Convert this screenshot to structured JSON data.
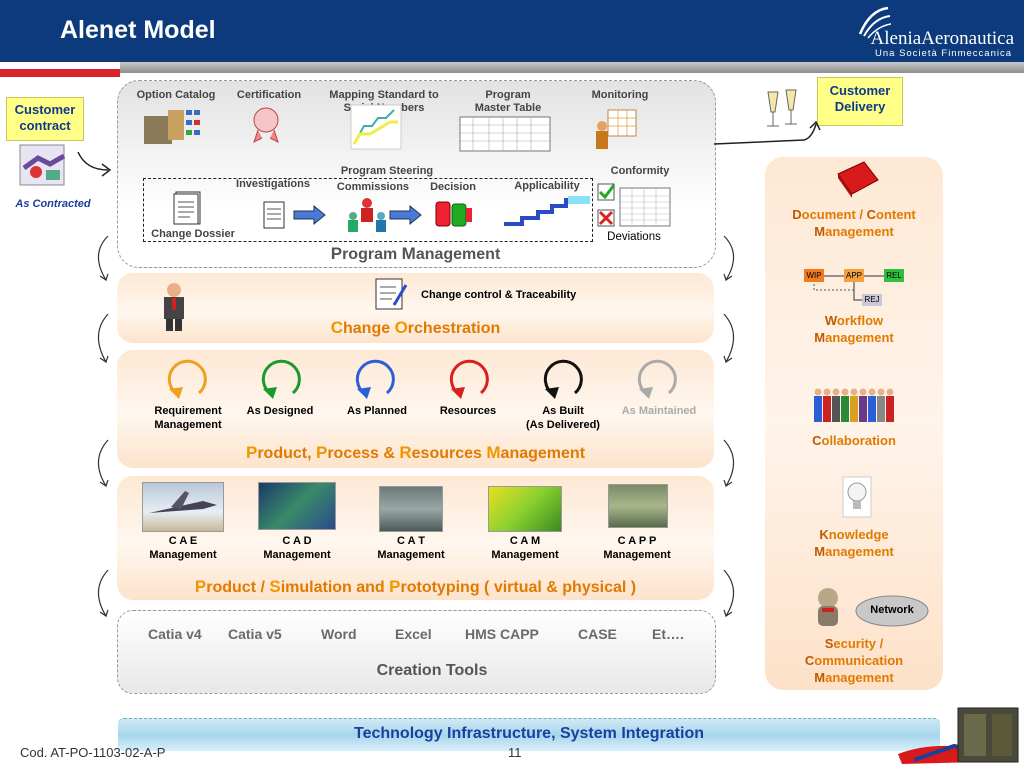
{
  "header": {
    "title": "Alenet Model",
    "logo": "AleniaAeronautica",
    "logo_sub": "Una Società Finmeccanica"
  },
  "left": {
    "customer_contract": "Customer\ncontract",
    "as_contracted": "As Contracted"
  },
  "customer_delivery": "Customer\nDelivery",
  "program_management": {
    "items": [
      "Option Catalog",
      "Certification",
      "Mapping Standard to\nSerial Numbers",
      "Program\nMaster Table",
      "Monitoring"
    ],
    "program_steering": "Program Steering",
    "investigations": "Investigations",
    "commissions": "Commissions",
    "decision": "Decision",
    "applicability": "Applicability",
    "change_dossier": "Change Dossier",
    "conformity": "Conformity",
    "deviations": "Deviations",
    "title_first": "P",
    "title_rest1": "rogram ",
    "title_m": "M",
    "title_rest2": "anagement"
  },
  "change_orchestration": {
    "note": "Change control & Traceability",
    "t1": "C",
    "t2": "hange ",
    "t3": "O",
    "t4": "rchestration"
  },
  "pprm": {
    "items": [
      "Requirement\nManagement",
      "As Designed",
      "As Planned",
      "Resources",
      "As Built\n(As Delivered)",
      "As Maintained"
    ],
    "colors": [
      "#f0a020",
      "#1a9a2a",
      "#2a5fd8",
      "#d82020",
      "#111111",
      "#aaaaaa"
    ],
    "t1": "P",
    "t2": "roduct, ",
    "t3": "P",
    "t4": "rocess & ",
    "t5": "R",
    "t6": "esources ",
    "t7": "M",
    "t8": "anagement"
  },
  "simulation": {
    "items": [
      "C A E\nManagement",
      "C A D\nManagement",
      "C A T\nManagement",
      "C A M\nManagement",
      "C A P P\nManagement"
    ],
    "t1": "P",
    "t2": "roduct / ",
    "t3": "S",
    "t4": "imulation and ",
    "t5": "P",
    "t6": "rototyping ( virtual & physical )"
  },
  "creation_tools": {
    "tools": [
      "Catia v4",
      "Catia v5",
      "Word",
      "Excel",
      "HMS CAPP",
      "CASE",
      "Et…."
    ],
    "title": "Creation Tools"
  },
  "right": {
    "dcm": [
      "D",
      "ocument / ",
      "C",
      "ontent",
      "M",
      "anagement"
    ],
    "workflow_boxes": [
      "WIP",
      "APP",
      "REL",
      "REJ"
    ],
    "wfm": [
      "W",
      "orkflow",
      "M",
      "anagement"
    ],
    "collab": [
      "C",
      "ollaboration"
    ],
    "km": [
      "K",
      "nowledge",
      "M",
      "anagement"
    ],
    "network": "Network",
    "sec": [
      "S",
      "ecurity /",
      "C",
      "ommunication",
      "M",
      "anagement"
    ]
  },
  "technology": "Technology Infrastructure, System Integration",
  "footer": {
    "code": "Cod. AT-PO-1103-02-A-P",
    "page": "11"
  }
}
